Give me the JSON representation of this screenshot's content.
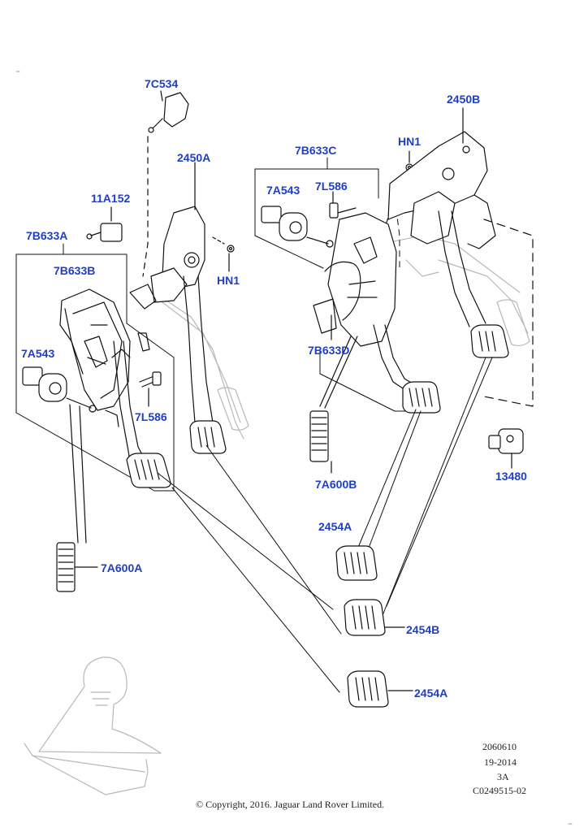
{
  "callouts": {
    "c7C534": "7C534",
    "c2450A": "2450A",
    "c11A152": "11A152",
    "c7B633A": "7B633A",
    "c7B633B": "7B633B",
    "c7A543_left": "7A543",
    "c7L586_left": "7L586",
    "c7A600A": "7A600A",
    "cHN1_left": "HN1",
    "c7B633C": "7B633C",
    "c7A543_right": "7A543",
    "c7L586_right": "7L586",
    "c7B633D": "7B633D",
    "c7A600B": "7A600B",
    "cHN1_right": "HN1",
    "c2450B": "2450B",
    "c13480": "13480",
    "c2454A_top": "2454A",
    "c2454B": "2454B",
    "c2454A_bottom": "2454A"
  },
  "footer": {
    "ref1": "2060610",
    "ref2": "19-2014",
    "ref3": "3A",
    "ref4": "C0249515-02",
    "copyright": "© Copyright, 2016. Jaguar Land Rover Limited."
  },
  "colors": {
    "callout": "#1f3ec8",
    "line": "#111111",
    "ghost": "#b8b8b8"
  }
}
